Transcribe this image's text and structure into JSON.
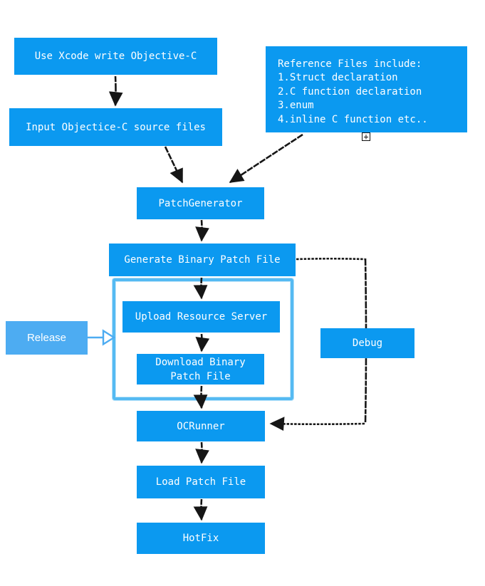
{
  "colors": {
    "node_fill": "#0b99f0",
    "release_fill": "#4dacf2",
    "group_border": "#55baf2",
    "connector": "#161616",
    "text": "#ffffff"
  },
  "nodes": {
    "use_xcode": "Use Xcode write Objective-C",
    "input_sources": "Input Objectice-C source files",
    "reference_files_lines": [
      "Reference Files include:",
      "1.Struct declaration",
      "2.C function declaration",
      "3.enum",
      "4.inline C function etc.."
    ],
    "patch_generator": "PatchGenerator",
    "generate_binary_patch": "Generate Binary Patch File",
    "upload_resource_server": "Upload Resource Server",
    "download_binary_patch": "Download Binary Patch File",
    "release": "Release",
    "debug": "Debug",
    "ocrunner": "OCRunner",
    "load_patch_file": "Load Patch File",
    "hotfix": "HotFix"
  },
  "expand_toggle": {
    "glyph": "+"
  }
}
